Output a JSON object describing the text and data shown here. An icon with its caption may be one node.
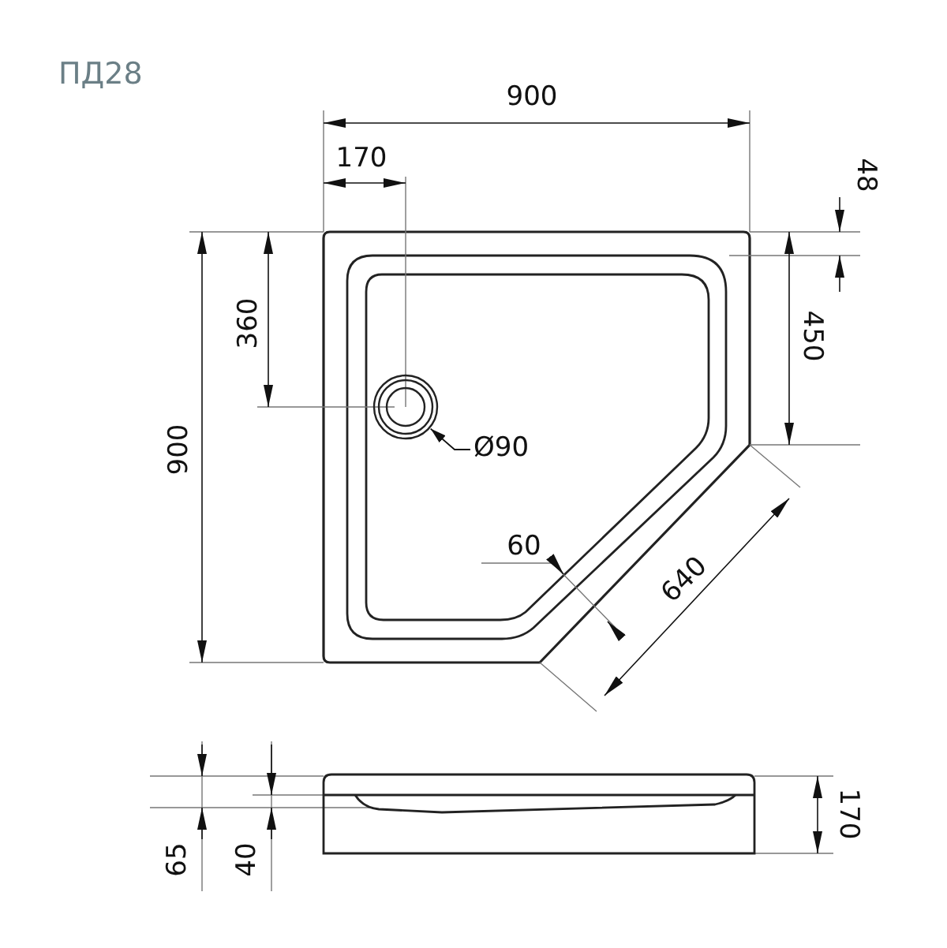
{
  "diagram": {
    "title": "ПД28",
    "nodes": [
      {
        "text": [
          "Ø90"
        ]
      },
      {
        "text": [],
        "shape": "circle"
      }
    ],
    "edges": [
      {
        "from": 0,
        "to": 1,
        "arrow": "to"
      }
    ],
    "labels": [
      "900",
      "170",
      "48",
      "360",
      "450",
      "900",
      "60",
      "640",
      "65",
      "40",
      "170"
    ]
  }
}
